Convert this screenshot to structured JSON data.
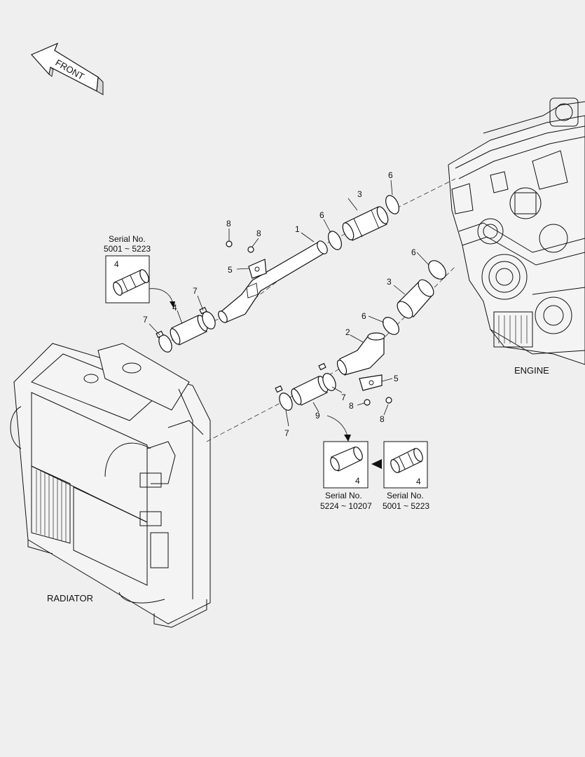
{
  "orientation": {
    "front_label": "FRONT"
  },
  "assemblies": {
    "engine_label": "ENGINE",
    "radiator_label": "RADIATOR"
  },
  "callouts": [
    {
      "id": "c1",
      "text": "1"
    },
    {
      "id": "c2",
      "text": "2"
    },
    {
      "id": "c3a",
      "text": "3"
    },
    {
      "id": "c3b",
      "text": "3"
    },
    {
      "id": "c4a",
      "text": "4"
    },
    {
      "id": "c5a",
      "text": "5"
    },
    {
      "id": "c5b",
      "text": "5"
    },
    {
      "id": "c6a",
      "text": "6"
    },
    {
      "id": "c6b",
      "text": "6"
    },
    {
      "id": "c6c",
      "text": "6"
    },
    {
      "id": "c6d",
      "text": "6"
    },
    {
      "id": "c7a",
      "text": "7"
    },
    {
      "id": "c7b",
      "text": "7"
    },
    {
      "id": "c7c",
      "text": "7"
    },
    {
      "id": "c7d",
      "text": "7"
    },
    {
      "id": "c8a",
      "text": "8"
    },
    {
      "id": "c8b",
      "text": "8"
    },
    {
      "id": "c8c",
      "text": "8"
    },
    {
      "id": "c8d",
      "text": "8"
    },
    {
      "id": "c9",
      "text": "9"
    }
  ],
  "insets": {
    "upper": {
      "part": "4",
      "caption_line1": "Serial No.",
      "caption_line2": "5001 ~ 5223"
    },
    "lower_left": {
      "part": "4",
      "caption_line1": "Serial No.",
      "caption_line2": "5224 ~ 10207"
    },
    "lower_right": {
      "part": "4",
      "caption_line1": "Serial No.",
      "caption_line2": "5001 ~ 5223"
    }
  }
}
